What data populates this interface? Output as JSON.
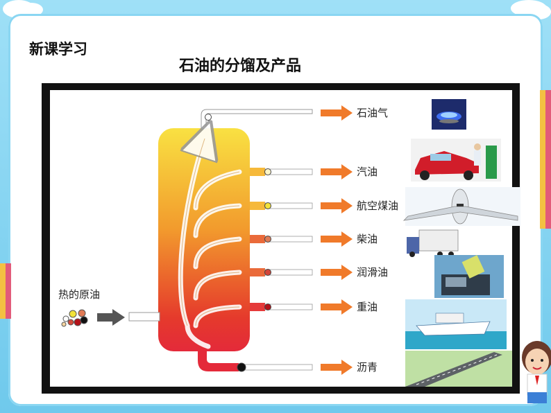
{
  "header": {
    "section_title": "新课学习",
    "diagram_title": "石油的分馏及产品"
  },
  "diagram": {
    "input_label": "热的原油",
    "products": [
      {
        "label": "石油气",
        "dot_color": "#ffffff",
        "image": "gas-flame"
      },
      {
        "label": "汽油",
        "dot_color": "#fff6c8",
        "image": "car-at-fuel-pump"
      },
      {
        "label": "航空煤油",
        "dot_color": "#f2e23a",
        "image": "airplane"
      },
      {
        "label": "柴油",
        "dot_color": "#e07a55",
        "image": "truck"
      },
      {
        "label": "润滑油",
        "dot_color": "#d2453a",
        "image": "engine-oil-pour"
      },
      {
        "label": "重油",
        "dot_color": "#b3121a",
        "image": "ship"
      },
      {
        "label": "沥青",
        "dot_color": "#111111",
        "image": "road"
      }
    ],
    "colors": {
      "column_top": "#f9e142",
      "column_mid": "#f29b2d",
      "column_bottom": "#e42a2a",
      "arrow_orange": "#f07a2a"
    }
  }
}
